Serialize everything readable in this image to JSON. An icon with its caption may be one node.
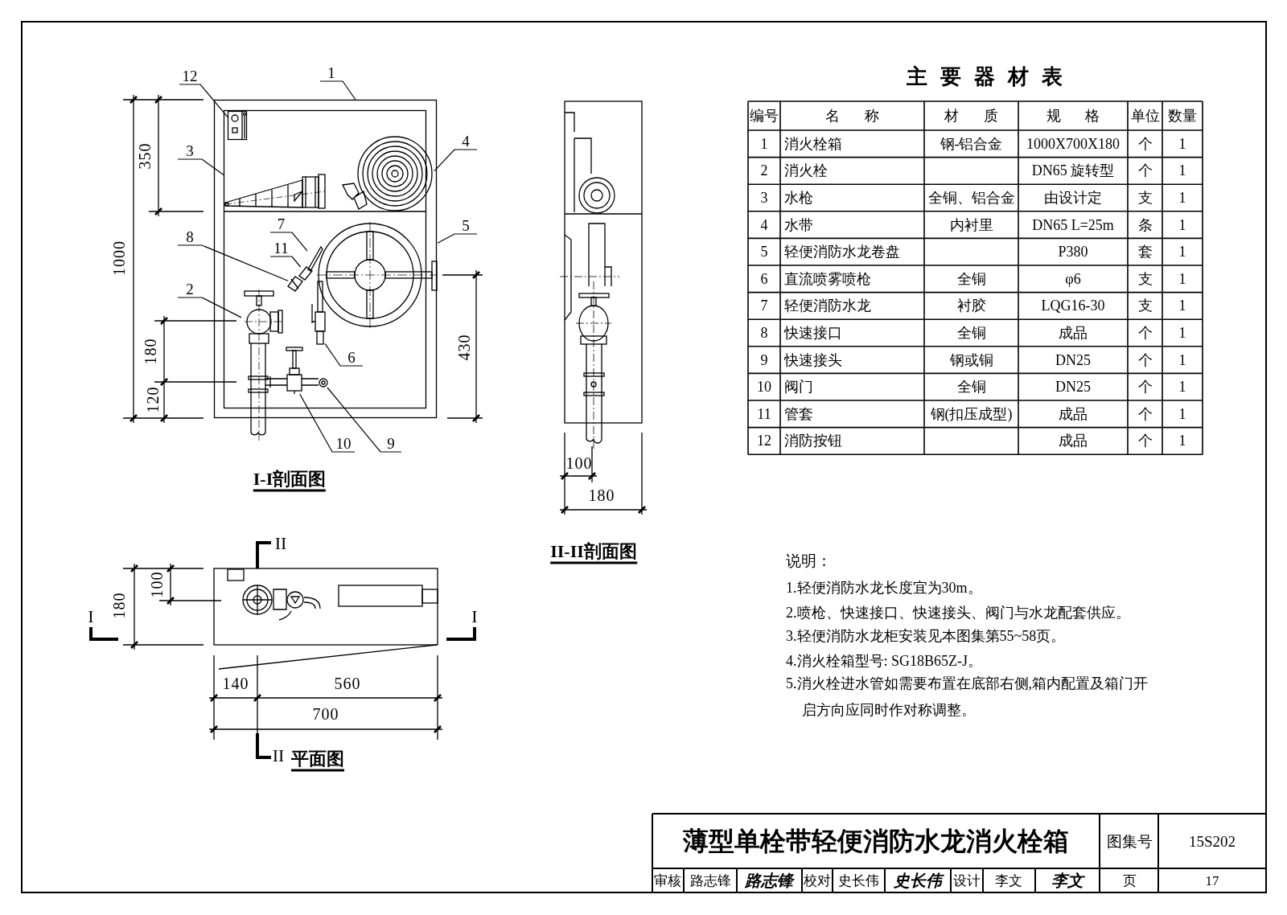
{
  "diagram": {
    "title": "薄型单栓带轻便消防水龙消火栓箱",
    "nodes": [
      {
        "text": [
          "1"
        ]
      },
      {
        "text": [
          "2"
        ]
      },
      {
        "text": [
          "3"
        ]
      },
      {
        "text": [
          "4"
        ]
      },
      {
        "text": [
          "5"
        ]
      },
      {
        "text": [
          "6"
        ],
        "in": 12
      },
      {
        "text": [
          "7"
        ],
        "in": 12
      },
      {
        "text": [
          "8"
        ]
      },
      {
        "text": [
          "9"
        ]
      },
      {
        "text": [
          "10"
        ]
      },
      {
        "text": [
          "11"
        ],
        "in": 12
      },
      {
        "text": [
          "12"
        ]
      },
      {
        "text": [],
        "shape": "box"
      },
      {
        "text": [],
        "shape": "picture"
      },
      {
        "text": [],
        "shape": "picture",
        "in": 12
      },
      {
        "text": [],
        "shape": "picture",
        "in": 12
      },
      {
        "text": [],
        "shape": "picture",
        "in": 12
      },
      {
        "text": [],
        "shape": "picture",
        "in": 12
      },
      {
        "text": [],
        "shape": "picture",
        "in": 12
      },
      {
        "text": [],
        "shape": "picture",
        "in": 12
      },
      {
        "text": [],
        "shape": "picture",
        "in": 12
      },
      {
        "text": [],
        "shape": "picture",
        "in": 12
      },
      {
        "text": [],
        "shape": "picture",
        "in": 12
      },
      {
        "text": [],
        "shape": "box",
        "in": 12
      }
    ],
    "edges": [
      {
        "from": 0,
        "to": 12,
        "arrow": "none"
      },
      {
        "from": 1,
        "to": 13,
        "arrow": "none"
      },
      {
        "from": 2,
        "to": 14,
        "arrow": "none"
      },
      {
        "from": 3,
        "to": 15,
        "arrow": "none"
      },
      {
        "from": 4,
        "to": 16,
        "arrow": "none"
      },
      {
        "from": 5,
        "to": 17,
        "arrow": "none"
      },
      {
        "from": 6,
        "to": 18,
        "arrow": "none"
      },
      {
        "from": 7,
        "to": 19,
        "arrow": "none"
      },
      {
        "from": 8,
        "to": 20,
        "arrow": "none"
      },
      {
        "from": 9,
        "to": 21,
        "arrow": "none"
      },
      {
        "from": 10,
        "to": 22,
        "arrow": "none"
      },
      {
        "from": 11,
        "to": 23,
        "arrow": "none"
      }
    ],
    "labels": [
      "350",
      "1000",
      "180",
      "120",
      "430",
      "I-I剖面图",
      "100",
      "180",
      "II-II剖面图",
      "II",
      "100",
      "180",
      "I",
      "I",
      "140",
      "560",
      "700",
      "II",
      "平面图",
      "主要器材表",
      "编号",
      "名 称",
      "材 质",
      "规 格",
      "单位",
      "数量",
      "1",
      "消火栓箱",
      "钢-铝合金",
      "1000X700X180",
      "个",
      "1",
      "2",
      "消火栓",
      "DN65 旋转型",
      "个",
      "1",
      "3",
      "水枪",
      "全铜、铝合金",
      "由设计定",
      "支",
      "1",
      "4",
      "水带",
      "内衬里",
      "DN65 L=25m",
      "条",
      "1",
      "5",
      "轻便消防水龙卷盘",
      "P380",
      "套",
      "1",
      "6",
      "直流喷雾喷枪",
      "全铜",
      "φ6",
      "支",
      "1",
      "7",
      "轻便消防水龙",
      "衬胶",
      "LQG16-30",
      "支",
      "1",
      "8",
      "快速接口",
      "全铜",
      "成品",
      "个",
      "1",
      "9",
      "快速接头",
      "钢或铜",
      "DN25",
      "个",
      "1",
      "10",
      "阀门",
      "全铜",
      "DN25",
      "个",
      "1",
      "11",
      "管套",
      "钢(扣压成型)",
      "成品",
      "个",
      "1",
      "12",
      "消防按钮",
      "成品",
      "个",
      "1",
      "说明：",
      "1.轻便消防水龙长度宜为30m。",
      "2.喷枪、快速接口、快速接头、阀门与水龙配套供应。",
      "3.轻便消防水龙柜安装见本图集第55~58页。",
      "4.消火栓箱型号: SG18B65Z-J。",
      "5.消火栓进水管如需要布置在底部右侧,箱内配置及箱门开启方向应同时作对称调整。",
      "图集号",
      "15S202",
      "审核",
      "路志锋",
      "路志锋",
      "校对",
      "史长伟",
      "史长伟",
      "设计",
      "李文",
      "李文",
      "页",
      "17"
    ]
  }
}
